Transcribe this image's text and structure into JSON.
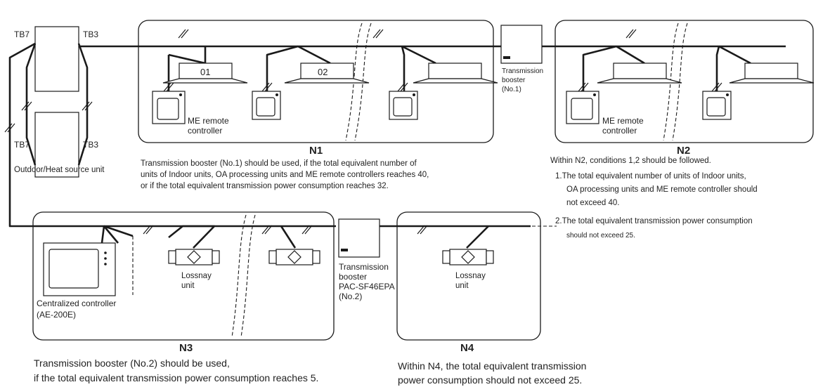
{
  "outdoor": {
    "tb7_top": "TB7",
    "tb3_top": "TB3",
    "tb7_bottom": "TB7",
    "tb3_bottom": "TB3",
    "label": "Outdoor/Heat source unit"
  },
  "n1": {
    "title": "N1",
    "unit_01": "01",
    "unit_02": "02",
    "remote_line1": "ME remote",
    "remote_line2": "controller",
    "note_lines": [
      "Transmission booster (No.1) should be used, if the total equivalent number of",
      "units of Indoor units, OA processing units and ME remote controllers reaches 40,",
      "or if the total equivalent transmission power consumption reaches 32."
    ]
  },
  "booster1": {
    "lines": [
      "Transmission",
      "booster",
      "(No.1)"
    ]
  },
  "n2": {
    "title": "N2",
    "remote_line1": "ME remote",
    "remote_line2": "controller",
    "note_lines": [
      "Within N2, conditions 1,2 should be followed.",
      "1.The total equivalent number of units of Indoor units,",
      "OA processing units and ME remote controller should",
      "not exceed 40.",
      "2.The total equivalent transmission power consumption",
      "should not exceed 25."
    ]
  },
  "n3": {
    "title": "N3",
    "central_line1": "Centralized controller",
    "central_line2": "(AE-200E)",
    "lossnay_line1": "Lossnay",
    "lossnay_line2": "unit",
    "note_lines": [
      "Transmission booster (No.2) should be used,",
      "if the total equivalent transmission power consumption reaches 5."
    ]
  },
  "booster2": {
    "lines": [
      "Transmission",
      "booster",
      "PAC-SF46EPA",
      "(No.2)"
    ]
  },
  "n4": {
    "title": "N4",
    "lossnay_line1": "Lossnay",
    "lossnay_line2": "unit",
    "note_lines": [
      "Within N4, the total equivalent transmission",
      "power consumption should not exceed 25."
    ]
  }
}
